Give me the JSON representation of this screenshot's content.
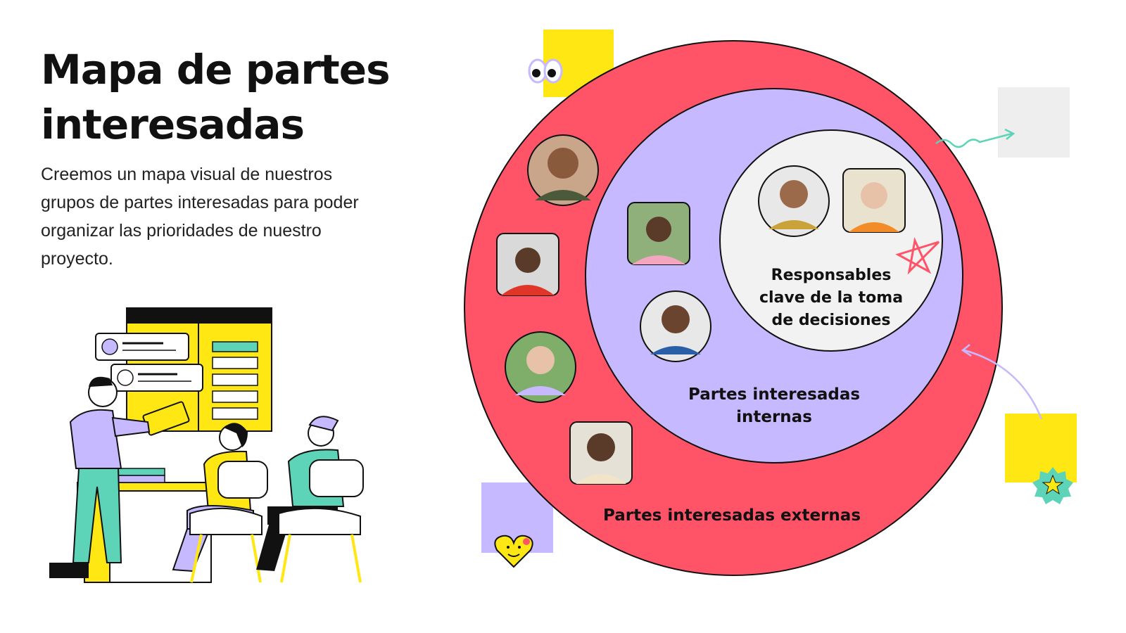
{
  "title": "Mapa de partes interesadas",
  "intro": "Creemos un mapa visual de nuestros grupos de partes interesadas para poder organizar las prioridades de nuestro proyecto.",
  "rings": {
    "external": "Partes interesadas externas",
    "internal": "Partes interesadas internas",
    "key": "Responsables clave de la toma de decisiones"
  },
  "colors": {
    "external": "#ff5468",
    "internal": "#c7b9ff",
    "key": "#f2f2f2",
    "yellow": "#ffe713",
    "teal": "#5dd3b8",
    "lavender": "#c7b9ff"
  },
  "icons": [
    "eyes-icon",
    "heart-face-icon",
    "star-badge-icon",
    "star-doodle-icon",
    "squiggle-arrow-icon",
    "curved-arrow-icon"
  ]
}
